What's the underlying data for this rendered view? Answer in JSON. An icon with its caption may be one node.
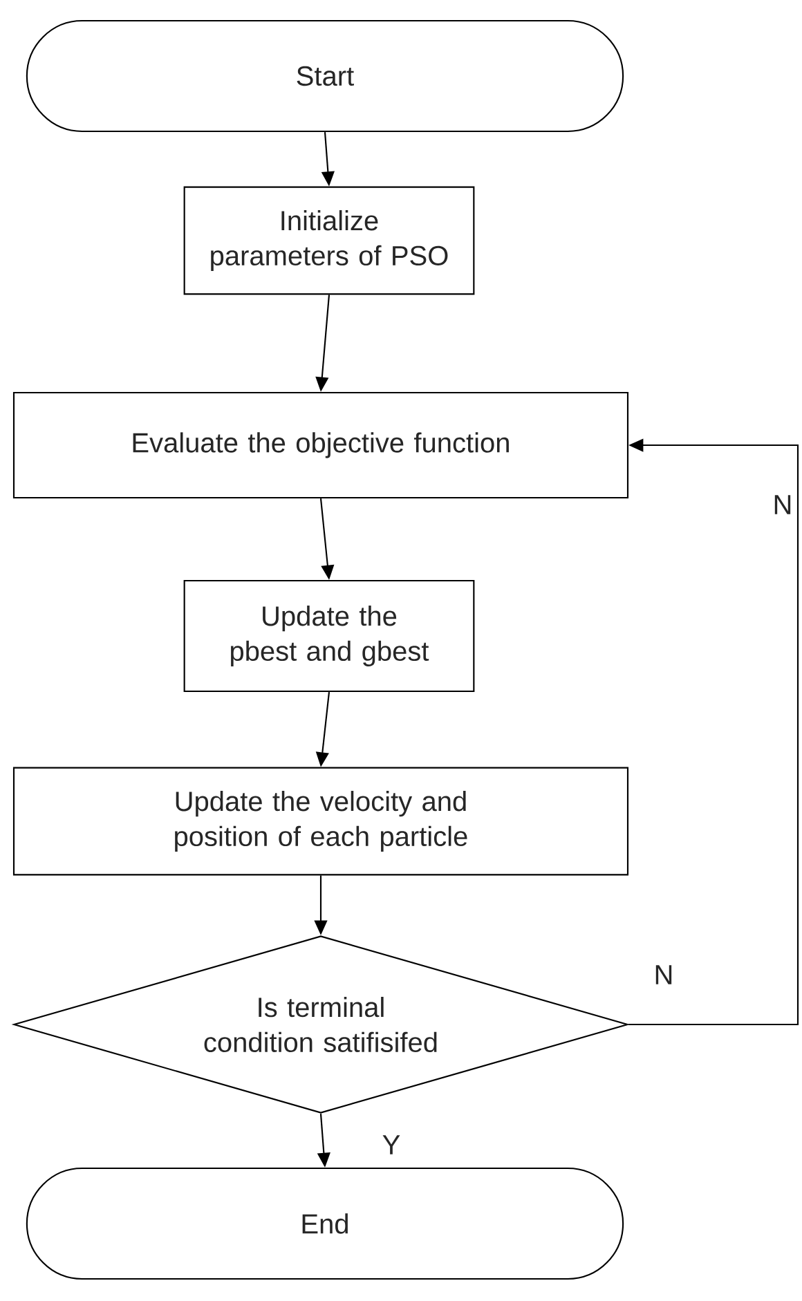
{
  "diagram": {
    "nodes": [
      {
        "text": [
          "Start"
        ]
      },
      {
        "text": [
          "Initialize parameters of PSO"
        ]
      },
      {
        "text": [
          "Evaluate the objective function"
        ]
      },
      {
        "text": [
          "Update the pbest and gbest"
        ]
      },
      {
        "text": [
          "Update the velocity and position of each particle"
        ]
      },
      {
        "text": [
          "Is terminal condition satifisifed"
        ]
      },
      {
        "text": [
          "End"
        ]
      }
    ],
    "edges": [
      {
        "from": 0,
        "to": 1,
        "arrow": "to"
      },
      {
        "from": 1,
        "to": 2,
        "arrow": "to"
      },
      {
        "from": 2,
        "to": 3,
        "arrow": "to"
      },
      {
        "from": 3,
        "to": 4,
        "arrow": "to"
      },
      {
        "from": 4,
        "to": 5,
        "arrow": "to"
      },
      {
        "from": 5,
        "to": 6,
        "arrow": "to",
        "label": "Y"
      },
      {
        "from": 5,
        "to": 2,
        "arrow": "to",
        "label": "N"
      }
    ],
    "labels": [
      "N"
    ]
  }
}
